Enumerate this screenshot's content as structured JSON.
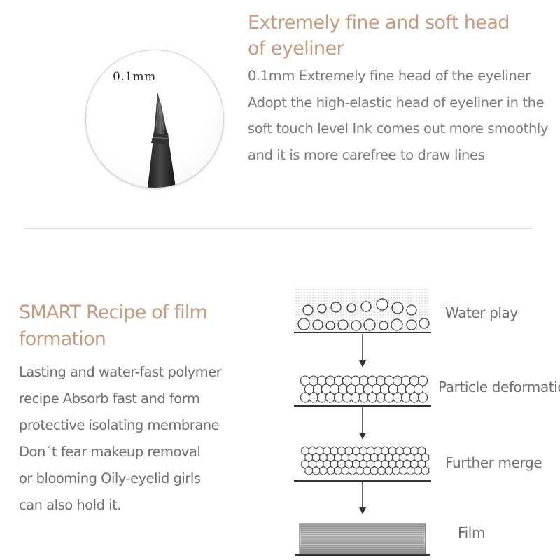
{
  "feature_nib": {
    "title_line1": "Extremely fine and soft head",
    "title_line2": "of eyeliner",
    "nib_size_label": "0.1mm",
    "description_lines": [
      "0.1mm Extremely fine head of the eyeliner",
      "Adopt the high-elastic head of eyeliner in the",
      "soft touch level  Ink comes out more smoothly",
      "and it is more carefree to draw lines"
    ]
  },
  "feature_film": {
    "title_line1": "SMART Recipe of film",
    "title_line2": "formation",
    "description_lines": [
      "Lasting and water-fast polymer",
      "recipe Absorb fast and form",
      "protective isolating membrane",
      "Don´t fear makeup removal",
      "or blooming Oily-eyelid girls",
      "can also hold it."
    ],
    "stages": [
      {
        "label": "Water play",
        "icon": "water-particles-icon"
      },
      {
        "label": "Particle deformation",
        "icon": "deformed-particles-icon"
      },
      {
        "label": "Further merge",
        "icon": "merged-hexagons-icon"
      },
      {
        "label": "Film",
        "icon": "film-layer-icon"
      }
    ]
  },
  "colors": {
    "heading": "#c79a7e",
    "body_text": "#7b7b7b",
    "divider": "#dadada"
  }
}
